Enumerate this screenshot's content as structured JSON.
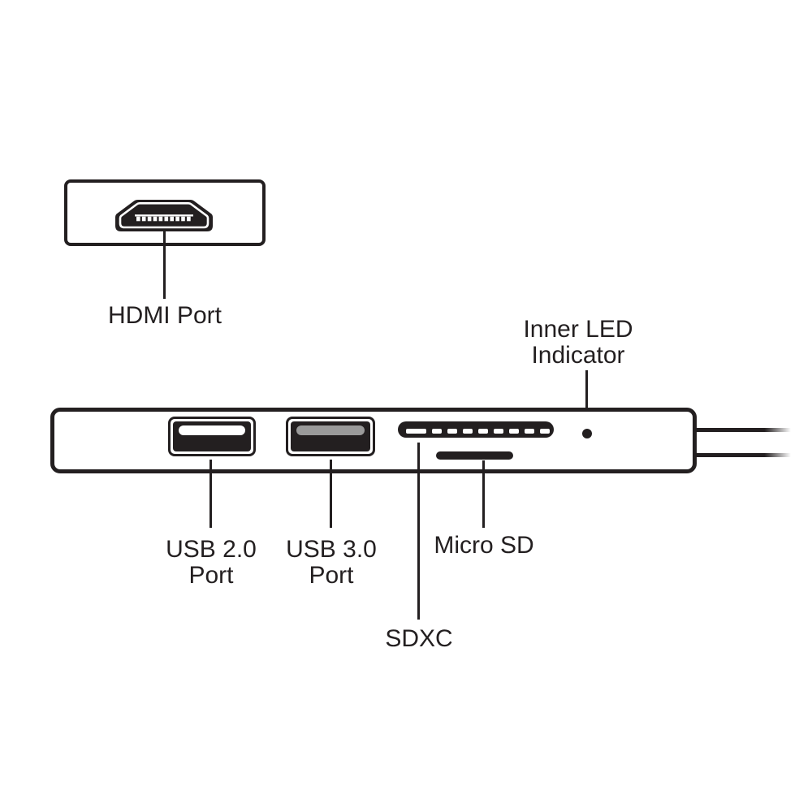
{
  "diagram": {
    "background": "#ffffff",
    "ink_color": "#231f20",
    "callouts": {
      "hdmi": {
        "label": "HDMI Port"
      },
      "usb2": {
        "line1": "USB 2.0",
        "line2": "Port"
      },
      "usb3": {
        "line1": "USB 3.0",
        "line2": "Port"
      },
      "sdxc": {
        "label": "SDXC"
      },
      "micro_sd": {
        "label": "Micro SD"
      },
      "led": {
        "line1": "Inner LED",
        "line2": "Indicator"
      }
    },
    "colors": {
      "usb2_tongue": "#ffffff",
      "usb3_tongue": "#9a9a9a"
    },
    "icons": {
      "hdmi_connector": "hdmi-connector-icon",
      "usb2_port": "usb-a-port-icon",
      "usb3_port": "usb-a-port-icon",
      "sd_slot": "sd-card-slot-icon",
      "micro_sd_slot": "micro-sd-slot-icon",
      "led_dot": "led-dot-icon"
    }
  }
}
